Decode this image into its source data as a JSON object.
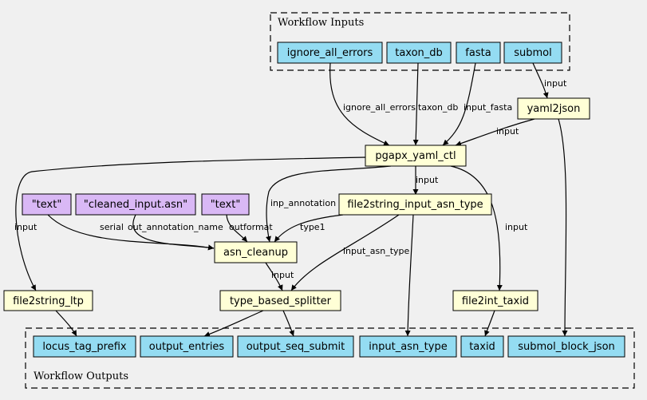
{
  "colors": {
    "io": "#94dcf2",
    "step": "#ffffd6",
    "literal": "#d9b8f5",
    "background": "#f0f0f0"
  },
  "clusters": {
    "inputs": {
      "label": "Workflow Inputs"
    },
    "outputs": {
      "label": "Workflow Outputs"
    }
  },
  "nodes": {
    "ignore_all_errors": "ignore_all_errors",
    "taxon_db": "taxon_db",
    "fasta": "fasta",
    "submol": "submol",
    "yaml2json": "yaml2json",
    "pgapx_yaml_ctl": "pgapx_yaml_ctl",
    "lit_text_1": "\"text\"",
    "lit_cleaned": "\"cleaned_input.asn\"",
    "lit_text_2": "\"text\"",
    "file2string_input_asn_type": "file2string_input_asn_type",
    "asn_cleanup": "asn_cleanup",
    "file2string_ltp": "file2string_ltp",
    "type_based_splitter": "type_based_splitter",
    "file2int_taxid": "file2int_taxid",
    "locus_tag_prefix": "locus_tag_prefix",
    "output_entries": "output_entries",
    "output_seq_submit": "output_seq_submit",
    "input_asn_type": "input_asn_type",
    "taxid": "taxid",
    "submol_block_json": "submol_block_json"
  },
  "edge_labels": {
    "submol_to_yaml": "input",
    "ignore_to_ctl": "ignore_all_errors",
    "taxon_to_ctl": "taxon_db",
    "fasta_to_ctl": "input_fasta",
    "yaml_to_ctl": "input",
    "ctl_to_f2s_asn": "input",
    "ctl_to_cleanup": "inp_annotation",
    "ctl_to_ltp": "input",
    "ctl_to_taxid": "input",
    "text1_to_cleanup": "serial",
    "cleaned_to_cleanup": "out_annotation_name",
    "text2_to_cleanup": "outformat",
    "f2s_to_cleanup": "type1",
    "f2s_to_splitter": "input_asn_type",
    "cleanup_to_splitter": "input"
  }
}
